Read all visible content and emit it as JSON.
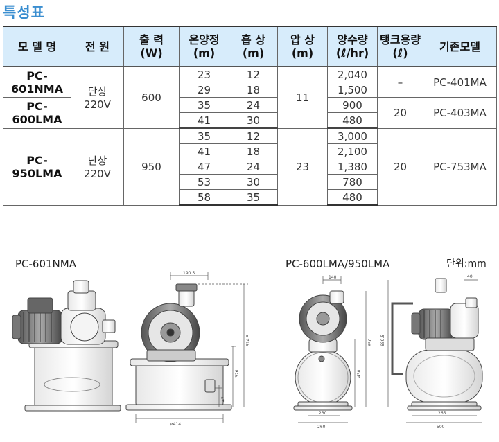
{
  "title": "특성표",
  "table": {
    "headers": [
      {
        "l1": "모 델 명",
        "l2": ""
      },
      {
        "l1": "전 원",
        "l2": ""
      },
      {
        "l1": "출 력",
        "l2": "(W)"
      },
      {
        "l1": "온양정",
        "l2": "(m)"
      },
      {
        "l1": "흡 상",
        "l2": "(m)"
      },
      {
        "l1": "압 상",
        "l2": "(m)"
      },
      {
        "l1": "양수량",
        "l2": "(ℓ/hr)"
      },
      {
        "l1": "탱크용량",
        "l2": "(ℓ)"
      },
      {
        "l1": "기존모델",
        "l2": ""
      }
    ],
    "groupA": {
      "models": [
        "PC-601NMA",
        "PC-600LMA"
      ],
      "power": "단상\n220V",
      "output": "600",
      "pressure": "11",
      "heads": [
        "23",
        "29",
        "35",
        "41"
      ],
      "suctions": [
        "12",
        "18",
        "24",
        "30"
      ],
      "flows": [
        "2,040",
        "1,500",
        "900",
        "480"
      ],
      "tanks": [
        "–",
        "20"
      ],
      "old_models": [
        "PC-401MA",
        "PC-403MA"
      ]
    },
    "groupB": {
      "model": "PC-950LMA",
      "power": "단상\n220V",
      "output": "950",
      "pressure": "23",
      "heads": [
        "35",
        "41",
        "47",
        "53",
        "58"
      ],
      "suctions": [
        "12",
        "18",
        "24",
        "30",
        "35"
      ],
      "flows": [
        "3,000",
        "2,100",
        "1,380",
        "780",
        "480"
      ],
      "tank": "20",
      "old_model": "PC-753MA"
    }
  },
  "drawings": {
    "caption_left": "PC-601NMA",
    "caption_right": "PC-600LMA/950LMA",
    "unit": "단위:mm",
    "dims_left": [
      "190.5",
      "514.5",
      "326",
      "47",
      "ø414"
    ],
    "dims_right": [
      "140",
      "650",
      "430",
      "230",
      "260",
      "40",
      "680.5",
      "265",
      "500"
    ]
  }
}
